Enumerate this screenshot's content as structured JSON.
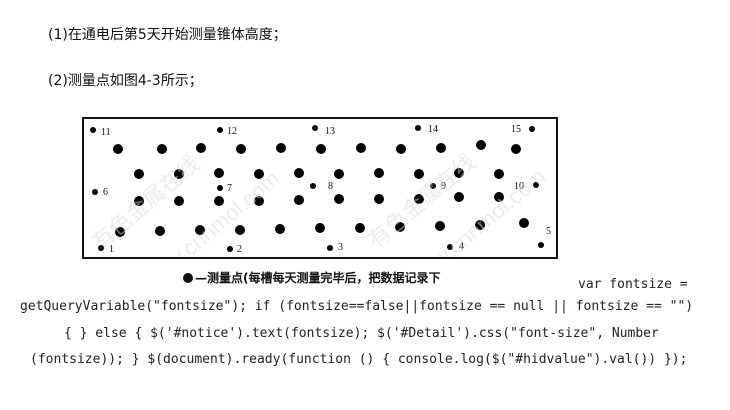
{
  "content": {
    "line1": "(1)在通电后第5天开始测量锥体高度；",
    "line2": "(2)测量点如图4-3所示；"
  },
  "figure": {
    "point_labels": [
      "1",
      "2",
      "3",
      "4",
      "5",
      "6",
      "7",
      "8",
      "9",
      "10",
      "11",
      "12",
      "13",
      "14",
      "15"
    ],
    "legend": "—测量点(每槽每天测量完毕后，把数据记录下",
    "watermark_text": [
      "有色金属在线",
      "www.cnnmol.com"
    ]
  },
  "code": {
    "line1": "var fontsize =",
    "line2": "getQueryVariable(\"fontsize\"); if (fontsize==false||fontsize == null || fontsize == \"\")",
    "line3": "{ } else { $('#notice').text(fontsize); $('#Detail').css(\"font-size\", Number",
    "line4": "(fontsize)); } $(document).ready(function () { console.log($(\"#hidvalue\").val()) });"
  }
}
